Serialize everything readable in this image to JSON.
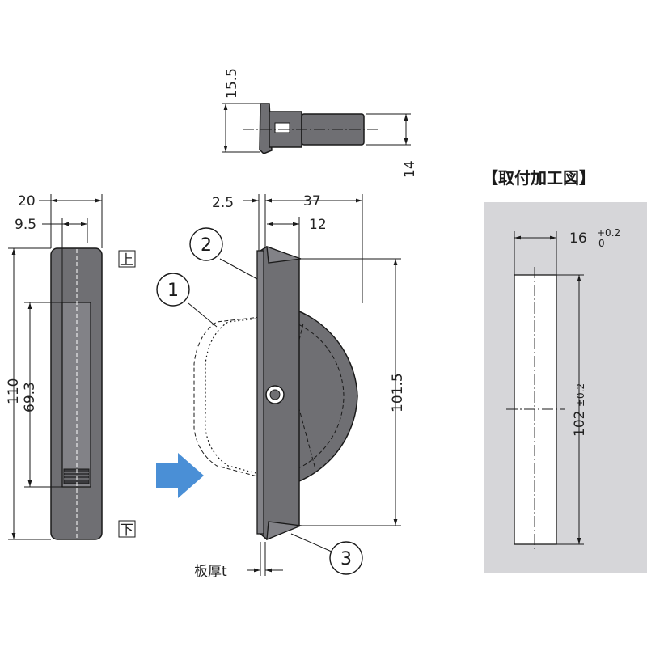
{
  "title": "【取付加工図】",
  "labels": {
    "top": "上",
    "bottom": "下",
    "thickness": "板厚t"
  },
  "parts": [
    "1",
    "2",
    "3"
  ],
  "dimensions": {
    "d_15_5": "15.5",
    "d_14": "14",
    "d_20": "20",
    "d_9_5": "9.5",
    "d_110": "110",
    "d_69_3": "69.3",
    "d_2_5": "2.5",
    "d_37": "37",
    "d_12": "12",
    "d_101_5": "101.5",
    "d_16": "16",
    "d_16_tol_upper": "+0.2",
    "d_16_tol_lower": "0",
    "d_102": "102",
    "d_102_tol": "±0.2"
  },
  "colors": {
    "body": "#6f6f73",
    "panel": "#d6d6d9",
    "arrow": "#4a8fd6"
  }
}
